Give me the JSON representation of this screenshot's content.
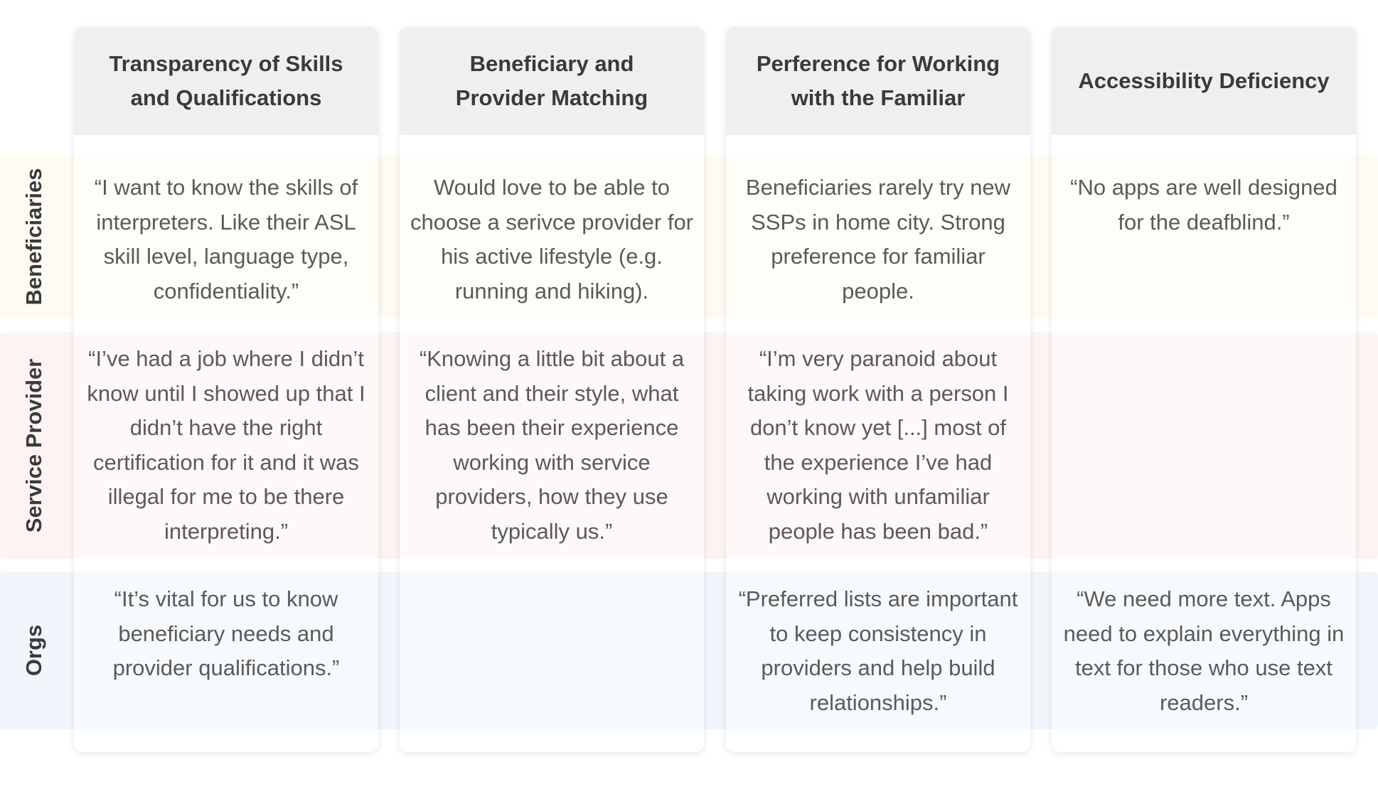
{
  "columns": [
    {
      "title": "Transparency of Skills and Qualifications"
    },
    {
      "title": "Beneficiary and Provider Matching"
    },
    {
      "title": "Perference for Working with the Familiar"
    },
    {
      "title": "Accessibility Deficiency"
    }
  ],
  "rows": [
    {
      "label": "Beneficiaries",
      "color": "#fdfbf2",
      "cells": [
        "“I want to know the skills of interpreters. Like their ASL skill level, language type, confidentiality.”",
        "Would love to be able to choose a serivce provider for his active lifestyle (e.g. running and hiking).",
        "Beneficiaries rarely try new SSPs in home city. Strong preference for familiar people.",
        "“No apps are well designed for the deafblind.”"
      ]
    },
    {
      "label": "Service Provider",
      "color": "#fdf3f3",
      "cells": [
        "“I’ve had a job where I didn’t know until I showed up that I didn’t have the right certification for it and it was illegal for me to be there interpreting.”",
        "“Knowing a little bit about a client and their style, what has been their experience working with service providers, how they use typically us.”",
        "“I’m very paranoid about taking work with a person I don’t know yet [...] most of the experience I’ve had working with unfamiliar people has been bad.”",
        ""
      ]
    },
    {
      "label": "Orgs",
      "color": "#f1f6fc",
      "cells": [
        "“It’s vital for us to know beneficiary needs and provider qualifications.”",
        "",
        "“Preferred lists are important to keep consistency in providers and help build relationships.”",
        "“We need more text. Apps need to explain everything in text for those who use text readers.”"
      ]
    }
  ]
}
